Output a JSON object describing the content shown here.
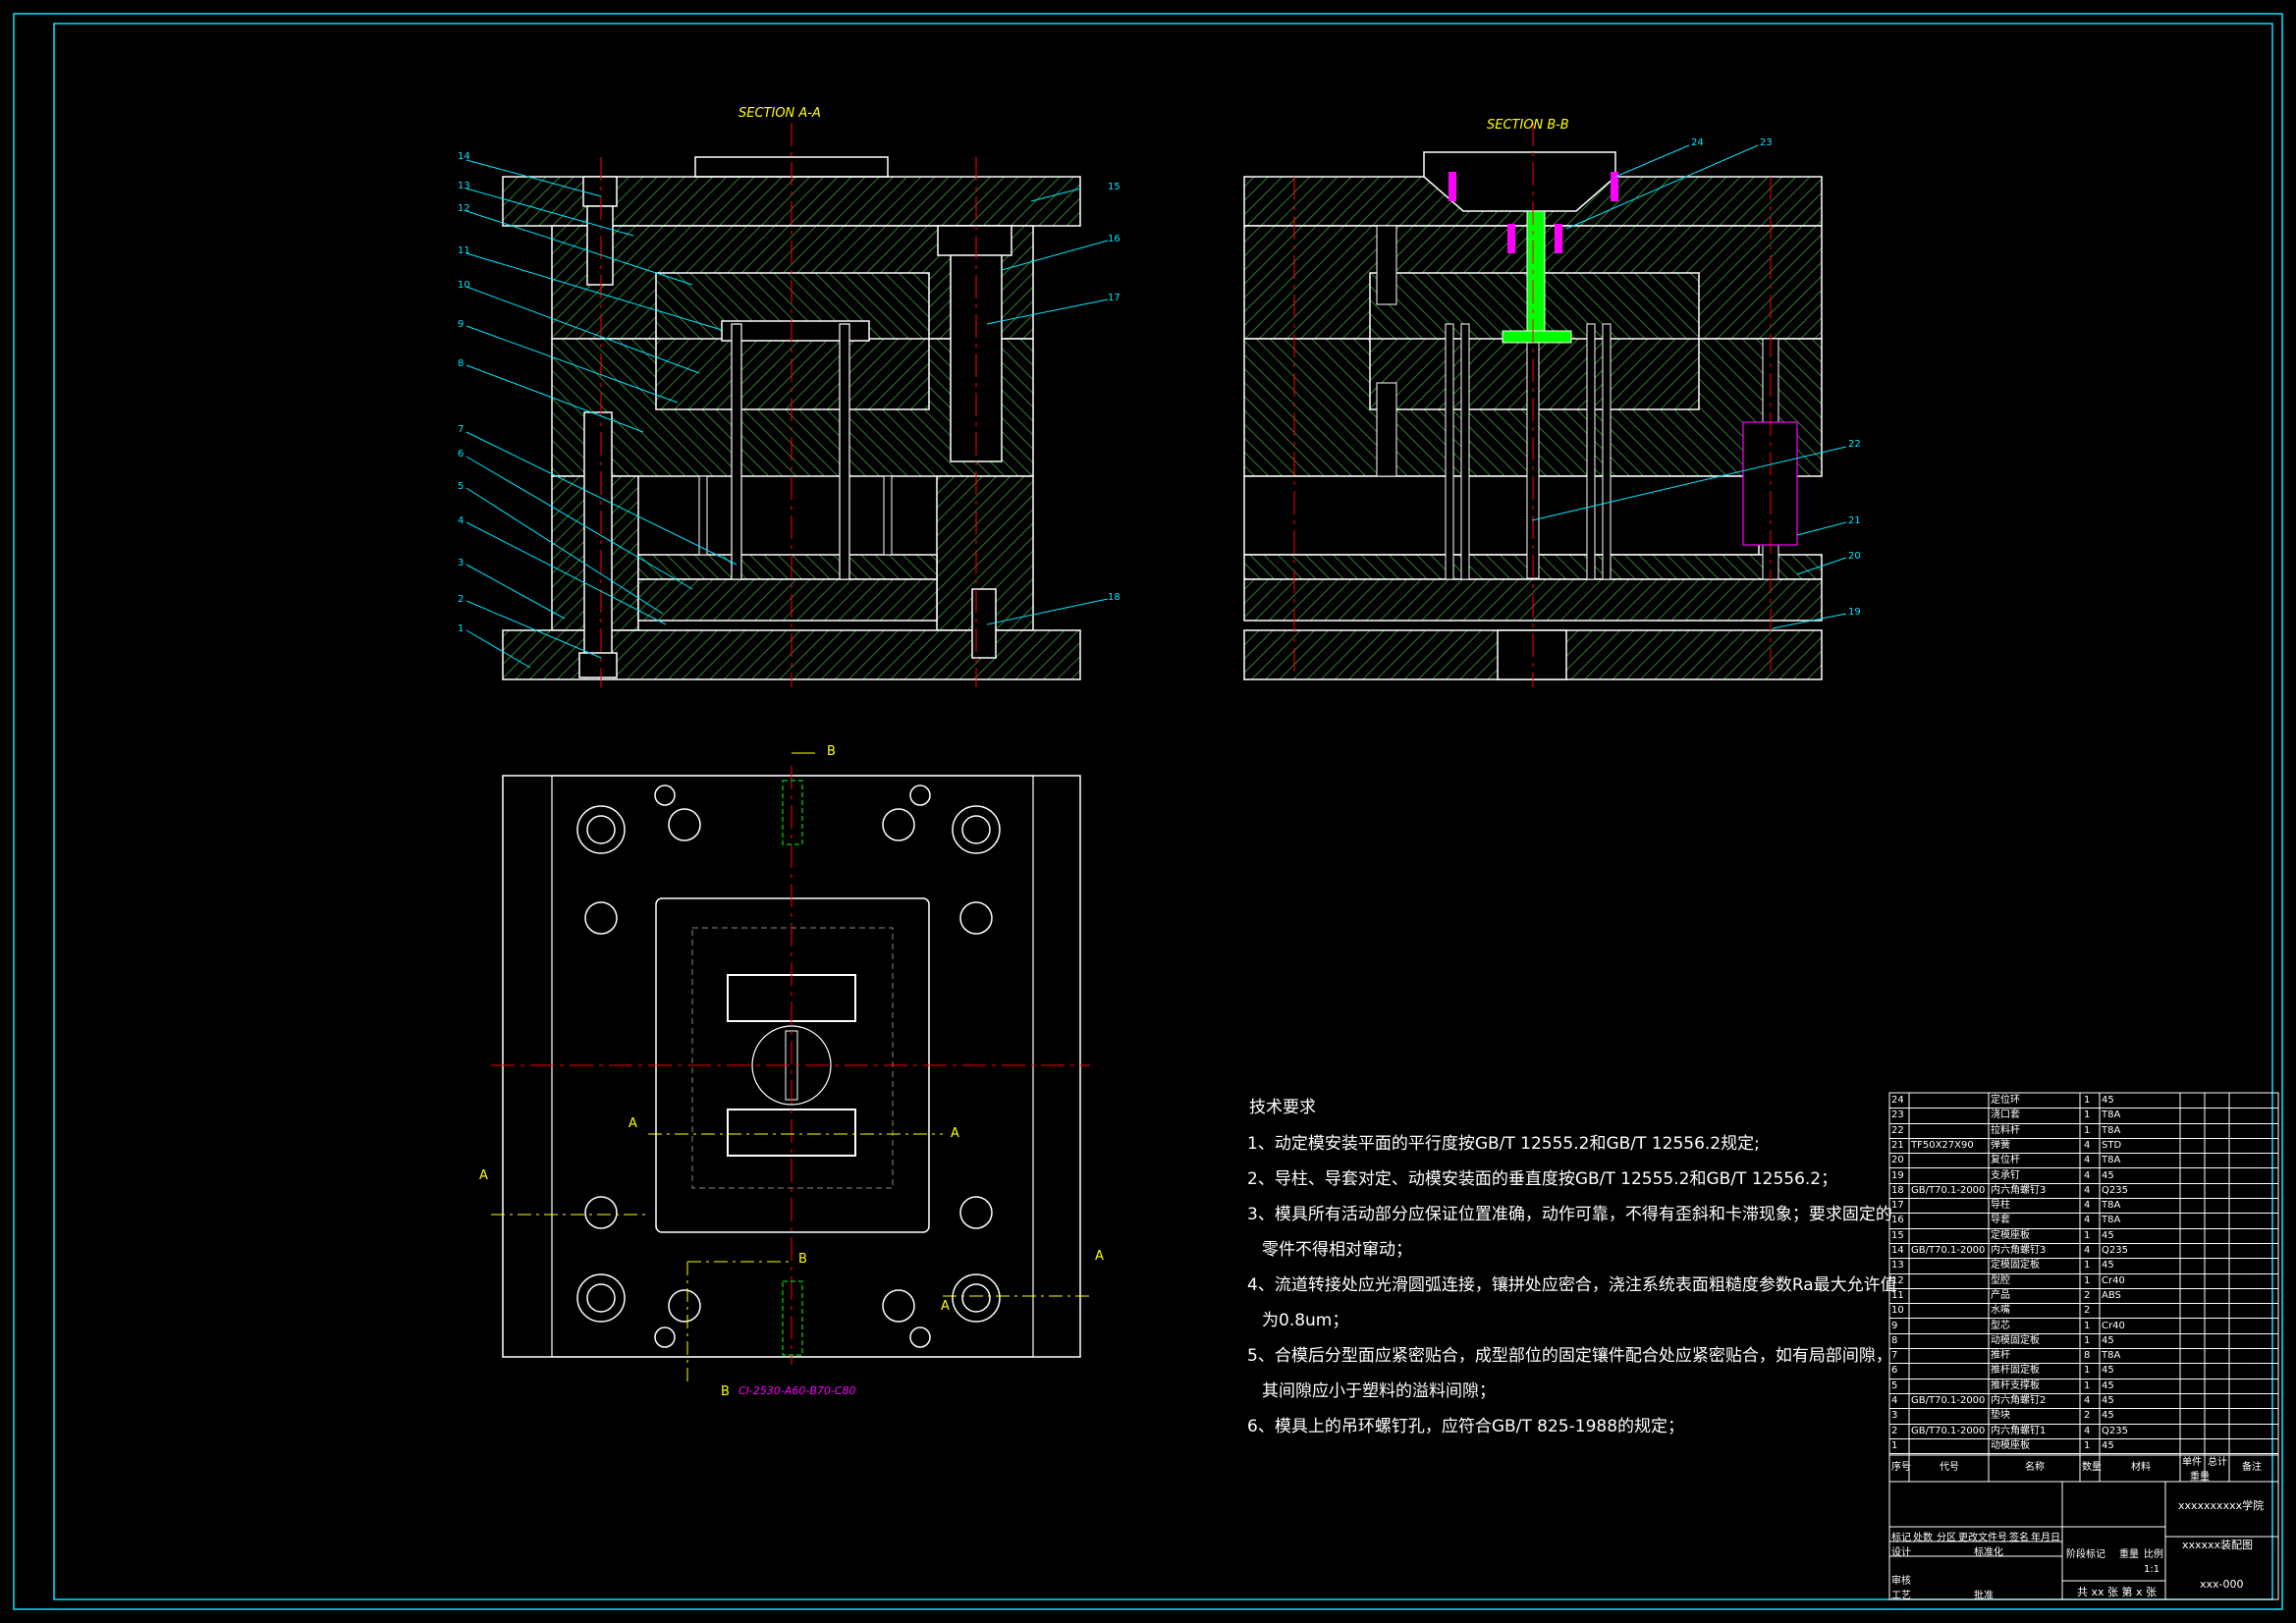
{
  "drawing": {
    "section_a_title": "SECTION A-A",
    "section_b_title": "SECTION B-B",
    "leader_numbers_left": [
      "14",
      "13",
      "12",
      "11",
      "10",
      "9",
      "8",
      "7",
      "6",
      "5",
      "4",
      "3",
      "2",
      "1"
    ],
    "leader_numbers_right_a": [
      "15",
      "16",
      "17",
      "18"
    ],
    "leader_numbers_b": [
      "24",
      "23",
      "22",
      "21",
      "20",
      "19"
    ],
    "plan_view_marks": {
      "b_top": "B",
      "b_mid": "B",
      "b_bottom": "B",
      "a_left": "A",
      "a_left2": "A",
      "a_right": "A",
      "a_right2": "A",
      "a_mid": "A"
    },
    "mold_base_spec": "CI-2530-A60-B70-C80"
  },
  "requirements": {
    "title": "技术要求",
    "items": [
      "1、动定模安装平面的平行度按GB/T 12555.2和GB/T 12556.2规定;",
      "2、导柱、导套对定、动模安装面的垂直度按GB/T 12555.2和GB/T 12556.2；",
      "3、模具所有活动部分应保证位置准确，动作可靠，不得有歪斜和卡滞现象；要求固定的",
      "零件不得相对窜动；",
      "4、流道转接处应光滑圆弧连接，镶拼处应密合，浇注系统表面粗糙度参数Ra最大允许值",
      "为0.8um；",
      "5、合模后分型面应紧密贴合，成型部位的固定镶件配合处应紧密贴合，如有局部间隙，",
      "其间隙应小于塑料的溢料间隙；",
      "6、模具上的吊环螺钉孔，应符合GB/T 825-1988的规定；"
    ]
  },
  "bom": {
    "rows": [
      {
        "no": "24",
        "code": "",
        "name": "定位环",
        "qty": "1",
        "mat": "45",
        "note": ""
      },
      {
        "no": "23",
        "code": "",
        "name": "浇口套",
        "qty": "1",
        "mat": "T8A",
        "note": ""
      },
      {
        "no": "22",
        "code": "",
        "name": "拉料杆",
        "qty": "1",
        "mat": "T8A",
        "note": ""
      },
      {
        "no": "21",
        "code": "TF50X27X90",
        "name": "弹簧",
        "qty": "4",
        "mat": "STD",
        "note": ""
      },
      {
        "no": "20",
        "code": "",
        "name": "复位杆",
        "qty": "4",
        "mat": "T8A",
        "note": ""
      },
      {
        "no": "19",
        "code": "",
        "name": "支承钉",
        "qty": "4",
        "mat": "45",
        "note": ""
      },
      {
        "no": "18",
        "code": "GB/T70.1-2000",
        "name": "内六角螺钉3",
        "qty": "4",
        "mat": "Q235",
        "note": ""
      },
      {
        "no": "17",
        "code": "",
        "name": "导柱",
        "qty": "4",
        "mat": "T8A",
        "note": ""
      },
      {
        "no": "16",
        "code": "",
        "name": "导套",
        "qty": "4",
        "mat": "T8A",
        "note": ""
      },
      {
        "no": "15",
        "code": "",
        "name": "定模座板",
        "qty": "1",
        "mat": "45",
        "note": ""
      },
      {
        "no": "14",
        "code": "GB/T70.1-2000",
        "name": "内六角螺钉3",
        "qty": "4",
        "mat": "Q235",
        "note": ""
      },
      {
        "no": "13",
        "code": "",
        "name": "定模固定板",
        "qty": "1",
        "mat": "45",
        "note": ""
      },
      {
        "no": "12",
        "code": "",
        "name": "型腔",
        "qty": "1",
        "mat": "Cr40",
        "note": ""
      },
      {
        "no": "11",
        "code": "",
        "name": "产品",
        "qty": "2",
        "mat": "ABS",
        "note": ""
      },
      {
        "no": "10",
        "code": "",
        "name": "水嘴",
        "qty": "2",
        "mat": "",
        "note": ""
      },
      {
        "no": "9",
        "code": "",
        "name": "型芯",
        "qty": "1",
        "mat": "Cr40",
        "note": ""
      },
      {
        "no": "8",
        "code": "",
        "name": "动模固定板",
        "qty": "1",
        "mat": "45",
        "note": ""
      },
      {
        "no": "7",
        "code": "",
        "name": "推杆",
        "qty": "8",
        "mat": "T8A",
        "note": ""
      },
      {
        "no": "6",
        "code": "",
        "name": "推杆固定板",
        "qty": "1",
        "mat": "45",
        "note": ""
      },
      {
        "no": "5",
        "code": "",
        "name": "推杆支撑板",
        "qty": "1",
        "mat": "45",
        "note": ""
      },
      {
        "no": "4",
        "code": "GB/T70.1-2000",
        "name": "内六角螺钉2",
        "qty": "4",
        "mat": "45",
        "note": ""
      },
      {
        "no": "3",
        "code": "",
        "name": "垫块",
        "qty": "2",
        "mat": "45",
        "note": ""
      },
      {
        "no": "2",
        "code": "GB/T70.1-2000",
        "name": "内六角螺钉1",
        "qty": "4",
        "mat": "Q235",
        "note": ""
      },
      {
        "no": "1",
        "code": "",
        "name": "动模座板",
        "qty": "1",
        "mat": "45",
        "note": ""
      }
    ],
    "header": {
      "no": "序号",
      "code": "代号",
      "name": "名称",
      "qty": "数量",
      "mat": "材料",
      "w1": "单件",
      "w2": "总计",
      "note": "备注",
      "weight": "重量"
    }
  },
  "title_block": {
    "school": "xxxxxxxxxx学院",
    "drawing_name": "xxxxxx装配图",
    "drawing_no": "xxx-000",
    "scale": "1:1",
    "sheet": "共 xx 张  第 x 张",
    "labels": [
      "标记",
      "处数",
      "分区",
      "更改文件号",
      "签名",
      "年月日",
      "设计",
      "标准化",
      "审核",
      "工艺",
      "批准",
      "阶段标记",
      "重量",
      "比例"
    ]
  },
  "colors": {
    "background": "#000000",
    "outline": "#ffffff",
    "hatch": "#2e7d2e",
    "centerline": "#ff0000",
    "leader": "#00e5ff",
    "section_mark": "#ffff00",
    "highlight": "#ff00ff",
    "green_part": "#00ff00"
  }
}
